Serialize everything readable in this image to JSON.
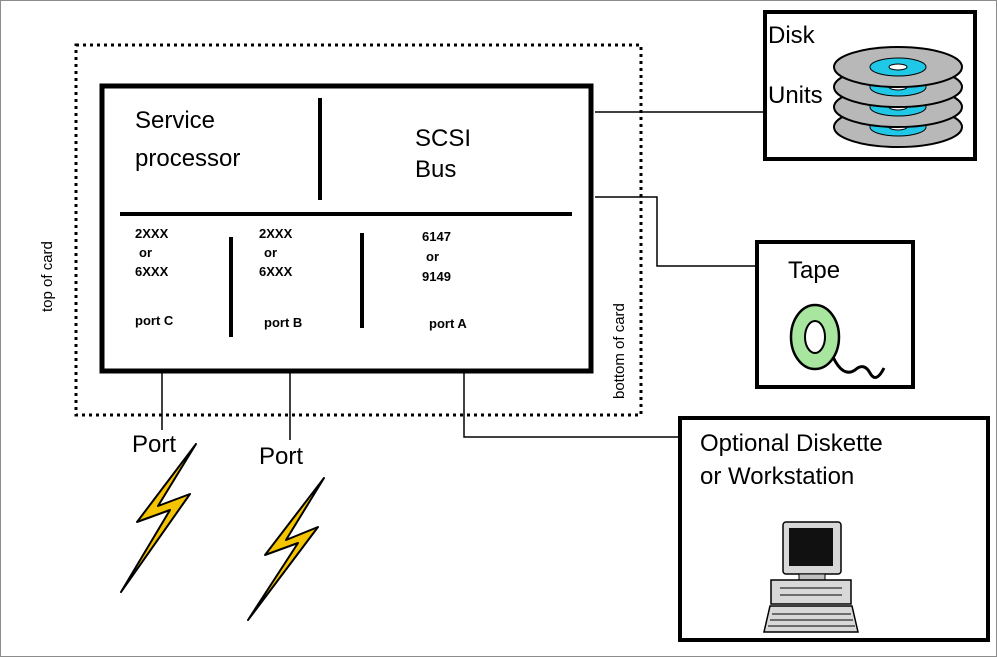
{
  "card": {
    "top_label": "top of card",
    "bottom_label": "bottom of card",
    "service_processor": [
      "Service",
      "processor"
    ],
    "scsi_bus": [
      "SCSI",
      "Bus"
    ],
    "ports": [
      {
        "lines": [
          "2XXX",
          "or",
          "6XXX"
        ],
        "name": "port C"
      },
      {
        "lines": [
          "2XXX",
          "or",
          "6XXX"
        ],
        "name": "port B"
      },
      {
        "lines": [
          "6147",
          "or",
          "9149"
        ],
        "name": "port A"
      }
    ]
  },
  "devices": {
    "disk": [
      "Disk",
      "Units"
    ],
    "tape": "Tape",
    "workstation": [
      "Optional Diskette",
      "or Workstation"
    ]
  },
  "external_ports": [
    "Port",
    "Port"
  ],
  "colors": {
    "lightning": "#f5c400",
    "disk_accent": "#1ec8e6",
    "tape_fill": "#a8e6a0",
    "monitor": "#111111"
  },
  "icons": [
    "lightning-bolt-icon",
    "disk-stack-icon",
    "tape-reel-icon",
    "computer-icon"
  ]
}
